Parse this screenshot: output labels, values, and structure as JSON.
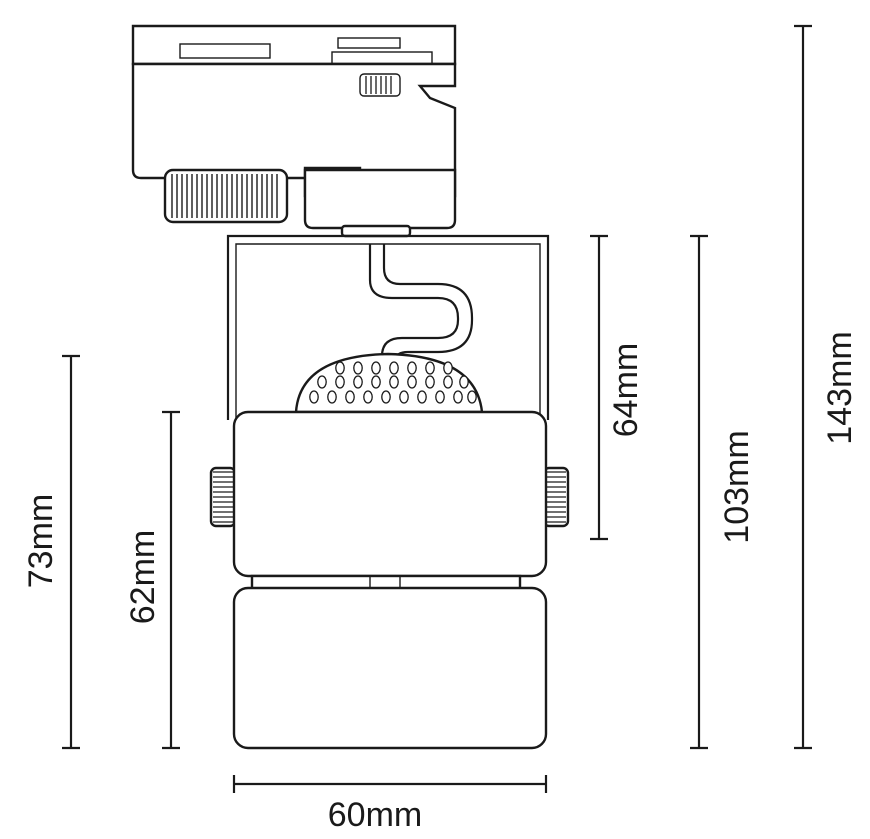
{
  "diagram": {
    "labels": {
      "width": "60mm",
      "height_shade_front": "62mm",
      "height_shade_side": "73mm",
      "height_bracket": "64mm",
      "height_head": "103mm",
      "height_total": "143mm"
    },
    "colors": {
      "line": "#1a1a1a",
      "background": "#ffffff"
    }
  }
}
